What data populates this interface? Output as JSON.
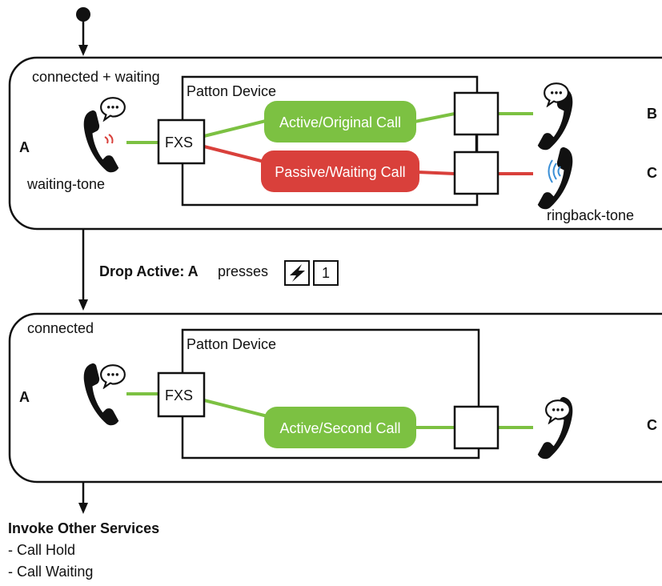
{
  "state1": {
    "title": "connected + waiting",
    "device_label": "Patton Device",
    "fxs_label": "FXS",
    "party_a": "A",
    "party_b": "B",
    "party_c": "C",
    "active_call": "Active/Original Call",
    "waiting_call": "Passive/Waiting Call",
    "a_tone": "waiting-tone",
    "c_tone": "ringback-tone"
  },
  "transition": {
    "bold_part": "Drop Active: A",
    "text": "presses",
    "key_flash": "flash-key-icon",
    "key_digit": "1"
  },
  "state2": {
    "title": "connected",
    "device_label": "Patton Device",
    "fxs_label": "FXS",
    "party_a": "A",
    "party_c": "C",
    "active_call": "Active/Second Call"
  },
  "footer": {
    "title": "Invoke Other Services",
    "items": [
      "- Call Hold",
      "- Call Waiting"
    ]
  },
  "colors": {
    "green": "#7cc142",
    "red": "#d9403b",
    "black": "#111111",
    "blue_ring": "#3a8fd6"
  }
}
